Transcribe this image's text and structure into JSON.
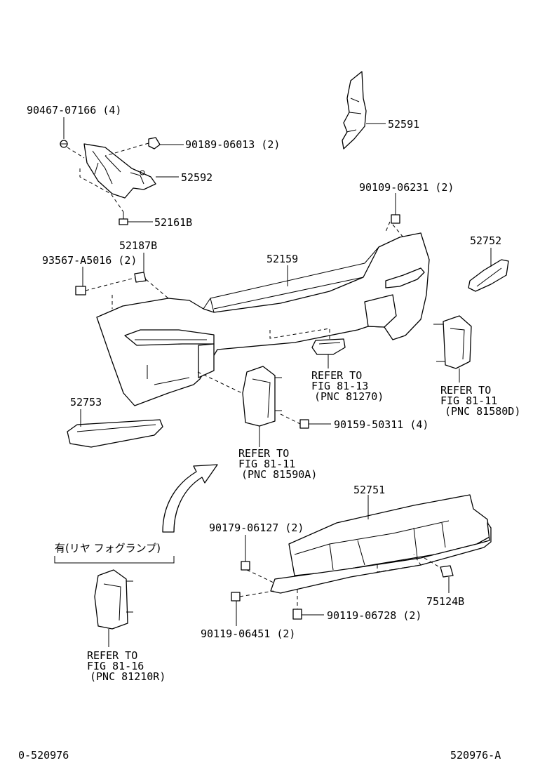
{
  "labels": {
    "p90467": "90467-07166 (4)",
    "p90189": "90189-06013 (2)",
    "p52592": "52592",
    "p52161b": "52161B",
    "p52591": "52591",
    "p90109": "90109-06231 (2)",
    "p52187b": "52187B",
    "p93567": "93567-A5016 (2)",
    "p52159": "52159",
    "p52752": "52752",
    "ref8113_1": "REFER TO",
    "ref8113_2": "FIG 81-13",
    "ref8113_3": "(PNC 81270)",
    "ref81580_1": "REFER TO",
    "ref81580_2": "FIG 81-11",
    "ref81580_3": "(PNC 81580D)",
    "p52753": "52753",
    "p90159": "90159-50311 (4)",
    "ref81590_1": "REFER TO",
    "ref81590_2": "FIG 81-11",
    "ref81590_3": "(PNC 81590A)",
    "p52751": "52751",
    "p90179": "90179-06127 (2)",
    "fog_header": "有(リヤ フォグランプ)",
    "p75124b": "75124B",
    "p90119a": "90119-06728 (2)",
    "p90119b": "90119-06451 (2)",
    "ref8116_1": "REFER TO",
    "ref8116_2": "FIG 81-16",
    "ref8116_3": "(PNC 81210R)",
    "footer_left": "0-520976",
    "footer_right": "520976-A"
  }
}
